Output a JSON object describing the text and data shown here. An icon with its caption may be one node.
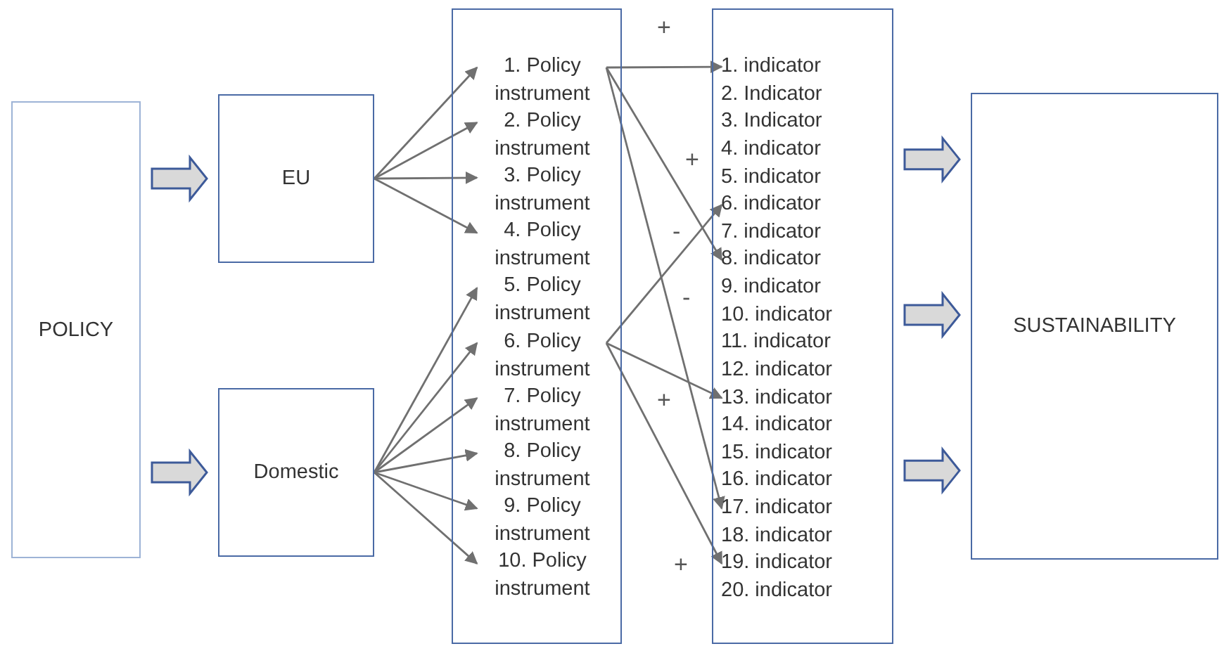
{
  "diagram": {
    "nodes": [
      {
        "text": [
          "POLICY"
        ]
      },
      {
        "text": [
          "EU"
        ]
      },
      {
        "text": [
          "Domestic"
        ]
      },
      {
        "text": [],
        "shape": "box"
      },
      {
        "text": [
          "1. Policy instrument"
        ],
        "in": 3
      },
      {
        "text": [
          "2. Policy instrument"
        ],
        "in": 3
      },
      {
        "text": [
          "3. Policy instrument"
        ],
        "in": 3
      },
      {
        "text": [
          "4. Policy instrument"
        ],
        "in": 3
      },
      {
        "text": [
          "5. Policy instrument"
        ],
        "in": 3
      },
      {
        "text": [
          "6. Policy instrument"
        ],
        "in": 3
      },
      {
        "text": [
          "7. Policy instrument"
        ],
        "in": 3
      },
      {
        "text": [
          "8. Policy instrument"
        ],
        "in": 3
      },
      {
        "text": [
          "9. Policy instrument"
        ],
        "in": 3
      },
      {
        "text": [
          "10. Policy instrument"
        ],
        "in": 3
      },
      {
        "text": [],
        "shape": "box"
      },
      {
        "text": [
          "1. indicator"
        ],
        "in": 14
      },
      {
        "text": [
          "2. Indicator"
        ],
        "in": 14
      },
      {
        "text": [
          "3. Indicator"
        ],
        "in": 14
      },
      {
        "text": [
          "4. indicator"
        ],
        "in": 14
      },
      {
        "text": [
          "5. indicator"
        ],
        "in": 14
      },
      {
        "text": [
          "6. indicator"
        ],
        "in": 14
      },
      {
        "text": [
          "7. indicator"
        ],
        "in": 14
      },
      {
        "text": [
          "8. indicator"
        ],
        "in": 14
      },
      {
        "text": [
          "9. indicator"
        ],
        "in": 14
      },
      {
        "text": [
          "10. indicator"
        ],
        "in": 14
      },
      {
        "text": [
          "11. indicator"
        ],
        "in": 14
      },
      {
        "text": [
          "12. indicator"
        ],
        "in": 14
      },
      {
        "text": [
          "13. indicator"
        ],
        "in": 14
      },
      {
        "text": [
          "14. indicator"
        ],
        "in": 14
      },
      {
        "text": [
          "15. indicator"
        ],
        "in": 14
      },
      {
        "text": [
          "16. indicator"
        ],
        "in": 14
      },
      {
        "text": [
          "17. indicator"
        ],
        "in": 14
      },
      {
        "text": [
          "18. indicator"
        ],
        "in": 14
      },
      {
        "text": [
          "19. indicator"
        ],
        "in": 14
      },
      {
        "text": [
          "20. indicator"
        ],
        "in": 14
      },
      {
        "text": [
          "SUSTAINABILITY"
        ]
      }
    ],
    "edges": [
      {
        "from": 0,
        "to": 1,
        "arrow": "to",
        "style": "thick"
      },
      {
        "from": 0,
        "to": 2,
        "arrow": "to",
        "style": "thick"
      },
      {
        "from": 1,
        "to": 4,
        "arrow": "to"
      },
      {
        "from": 1,
        "to": 5,
        "arrow": "to"
      },
      {
        "from": 1,
        "to": 6,
        "arrow": "to"
      },
      {
        "from": 1,
        "to": 7,
        "arrow": "to"
      },
      {
        "from": 2,
        "to": 8,
        "arrow": "to"
      },
      {
        "from": 2,
        "to": 9,
        "arrow": "to"
      },
      {
        "from": 2,
        "to": 10,
        "arrow": "to"
      },
      {
        "from": 2,
        "to": 11,
        "arrow": "to"
      },
      {
        "from": 2,
        "to": 12,
        "arrow": "to"
      },
      {
        "from": 2,
        "to": 13,
        "arrow": "to"
      },
      {
        "from": 4,
        "to": 15,
        "arrow": "to",
        "label": "+"
      },
      {
        "from": 4,
        "to": 22,
        "arrow": "to",
        "label": "+"
      },
      {
        "from": 4,
        "to": 31,
        "arrow": "to",
        "label": "-"
      },
      {
        "from": 9,
        "to": 20,
        "arrow": "to",
        "label": "-"
      },
      {
        "from": 9,
        "to": 27,
        "arrow": "to",
        "label": "+"
      },
      {
        "from": 9,
        "to": 33,
        "arrow": "to",
        "label": "+"
      },
      {
        "from": 14,
        "to": 35,
        "arrow": "to",
        "style": "thick"
      },
      {
        "from": 14,
        "to": 35,
        "arrow": "to",
        "style": "thick"
      },
      {
        "from": 14,
        "to": 35,
        "arrow": "to",
        "style": "thick"
      }
    ]
  }
}
